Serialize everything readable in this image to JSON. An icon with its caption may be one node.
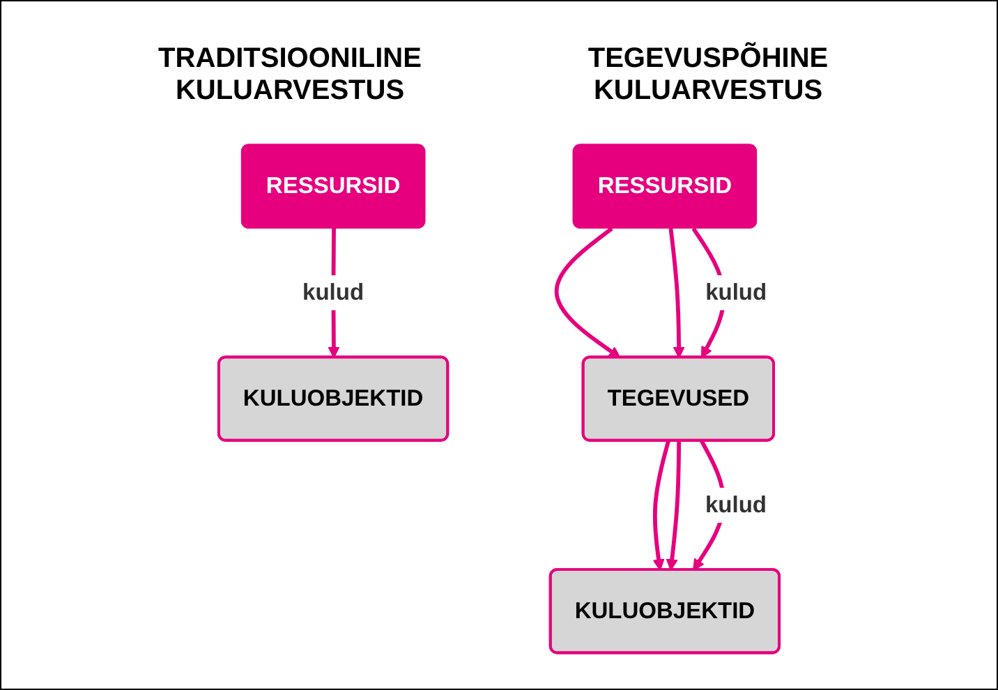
{
  "diagram": {
    "nodes": [
      {
        "text": [
          "RESSURSID"
        ]
      },
      {
        "text": [
          "KULUOBJEKTID"
        ]
      },
      {
        "text": [
          "RESSURSID"
        ]
      },
      {
        "text": [
          "TEGEVUSED"
        ]
      },
      {
        "text": [
          "KULUOBJEKTID"
        ]
      }
    ],
    "edges": [
      {
        "from": 0,
        "to": 1,
        "arrow": "to",
        "label": "kulud"
      },
      {
        "from": 2,
        "to": 3,
        "arrow": "to"
      },
      {
        "from": 2,
        "to": 3,
        "arrow": "to"
      },
      {
        "from": 2,
        "to": 3,
        "arrow": "to",
        "label": "kulud"
      },
      {
        "from": 3,
        "to": 4,
        "arrow": "to"
      },
      {
        "from": 3,
        "to": 4,
        "arrow": "to"
      },
      {
        "from": 3,
        "to": 4,
        "arrow": "to",
        "label": "kulud"
      }
    ],
    "labels": [
      "TRADITSIOONILINE KULUARVESTUS",
      "TEGEVUSPÕHINE KULUARVESTUS"
    ]
  }
}
